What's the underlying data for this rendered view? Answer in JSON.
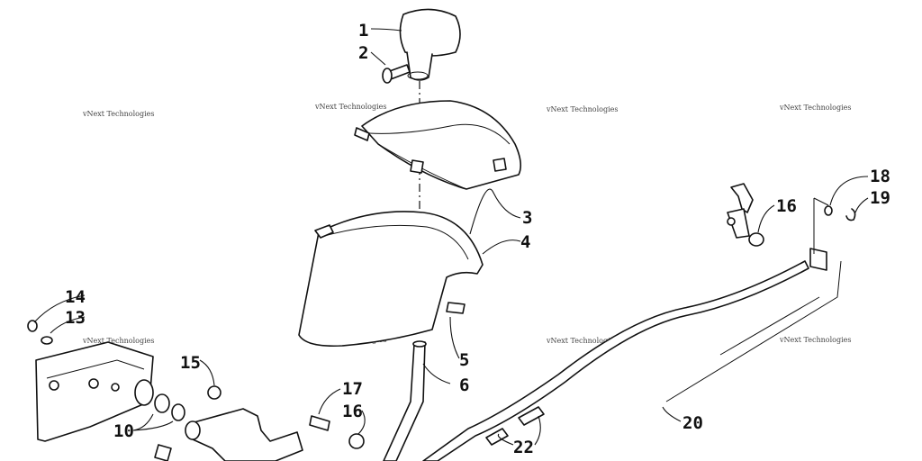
{
  "watermark": {
    "text": "vNext Technologies"
  },
  "callouts": [
    {
      "id": "c1",
      "label": "1"
    },
    {
      "id": "c2",
      "label": "2"
    },
    {
      "id": "c3",
      "label": "3"
    },
    {
      "id": "c4",
      "label": "4"
    },
    {
      "id": "c5",
      "label": "5"
    },
    {
      "id": "c6",
      "label": "6"
    },
    {
      "id": "c10",
      "label": "10"
    },
    {
      "id": "c13",
      "label": "13"
    },
    {
      "id": "c14",
      "label": "14"
    },
    {
      "id": "c15",
      "label": "15"
    },
    {
      "id": "c16a",
      "label": "16"
    },
    {
      "id": "c16b",
      "label": "16"
    },
    {
      "id": "c17",
      "label": "17"
    },
    {
      "id": "c18",
      "label": "18"
    },
    {
      "id": "c19",
      "label": "19"
    },
    {
      "id": "c20",
      "label": "20"
    },
    {
      "id": "c22",
      "label": "22"
    }
  ]
}
